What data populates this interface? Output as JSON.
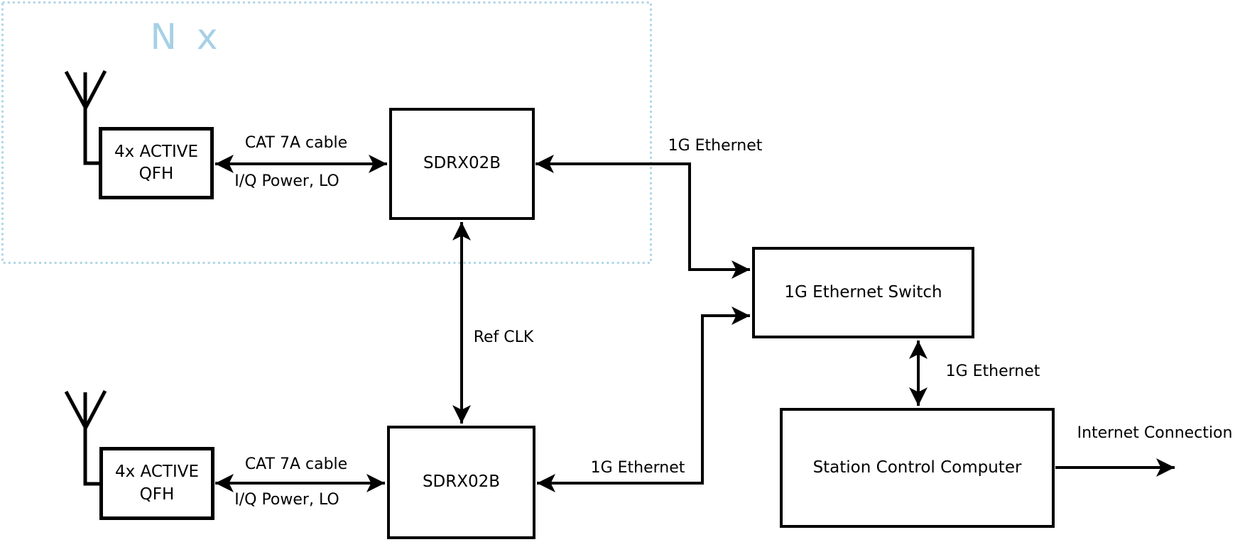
{
  "diagram": {
    "group_label": "N x",
    "nodes": {
      "qfh_top": {
        "label_line1": "4x ACTIVE",
        "label_line2": "QFH"
      },
      "sdrx_top": {
        "label": "SDRX02B"
      },
      "qfh_bottom": {
        "label_line1": "4x ACTIVE",
        "label_line2": "QFH"
      },
      "sdrx_bottom": {
        "label": "SDRX02B"
      },
      "ethernet_switch": {
        "label": "1G Ethernet Switch"
      },
      "station_computer": {
        "label": "Station Control Computer"
      }
    },
    "edges": {
      "cat7a_top": "CAT 7A cable",
      "iq_power_top": "I/Q Power, LO",
      "ethernet_top": "1G Ethernet",
      "ref_clk": "Ref CLK",
      "cat7a_bottom": "CAT 7A cable",
      "iq_power_bottom": "I/Q Power, LO",
      "ethernet_bottom": "1G Ethernet",
      "ethernet_station": "1G Ethernet",
      "internet_connection": "Internet Connection"
    },
    "colors": {
      "accent_light_blue_text": "#a6d0e6",
      "accent_light_blue_border": "#aed6e6",
      "line": "#000000",
      "background": "#ffffff"
    }
  }
}
